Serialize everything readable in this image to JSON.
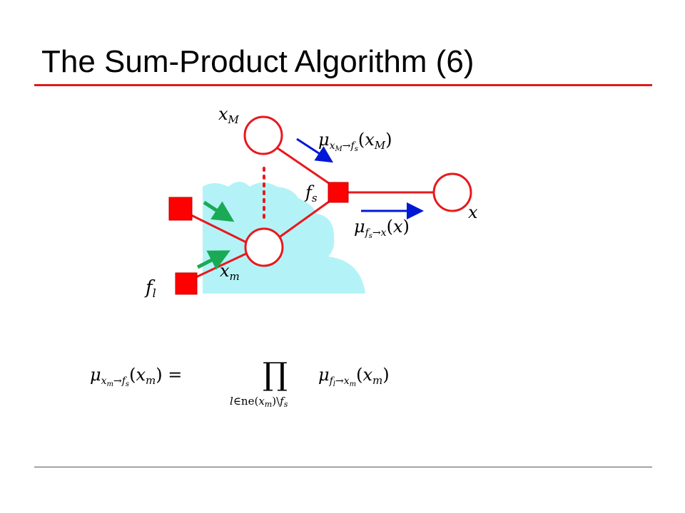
{
  "slide": {
    "title": "The Sum-Product Algorithm (6)"
  },
  "diagram": {
    "node_labels": {
      "x_M": "x_M",
      "x_m": "x_m",
      "x": "x",
      "f_s": "f_s",
      "f_l": "f_l"
    },
    "message_labels": {
      "top": "μ_{x_M→f_s}(x_M)",
      "bottom": "μ_{f_s→x}(x)"
    },
    "colors": {
      "edge": "#e8191c",
      "factor": "#ff0000",
      "cloud": "#b3f3f8",
      "arrow_blue": "#0018d6",
      "arrow_green": "#1aaa55"
    }
  },
  "formula": {
    "text": "μ_{x_m→f_s}(x_m) = ∏_{l∈ne(x_m)\\f_s} μ_{f_l→x_m}(x_m)"
  }
}
